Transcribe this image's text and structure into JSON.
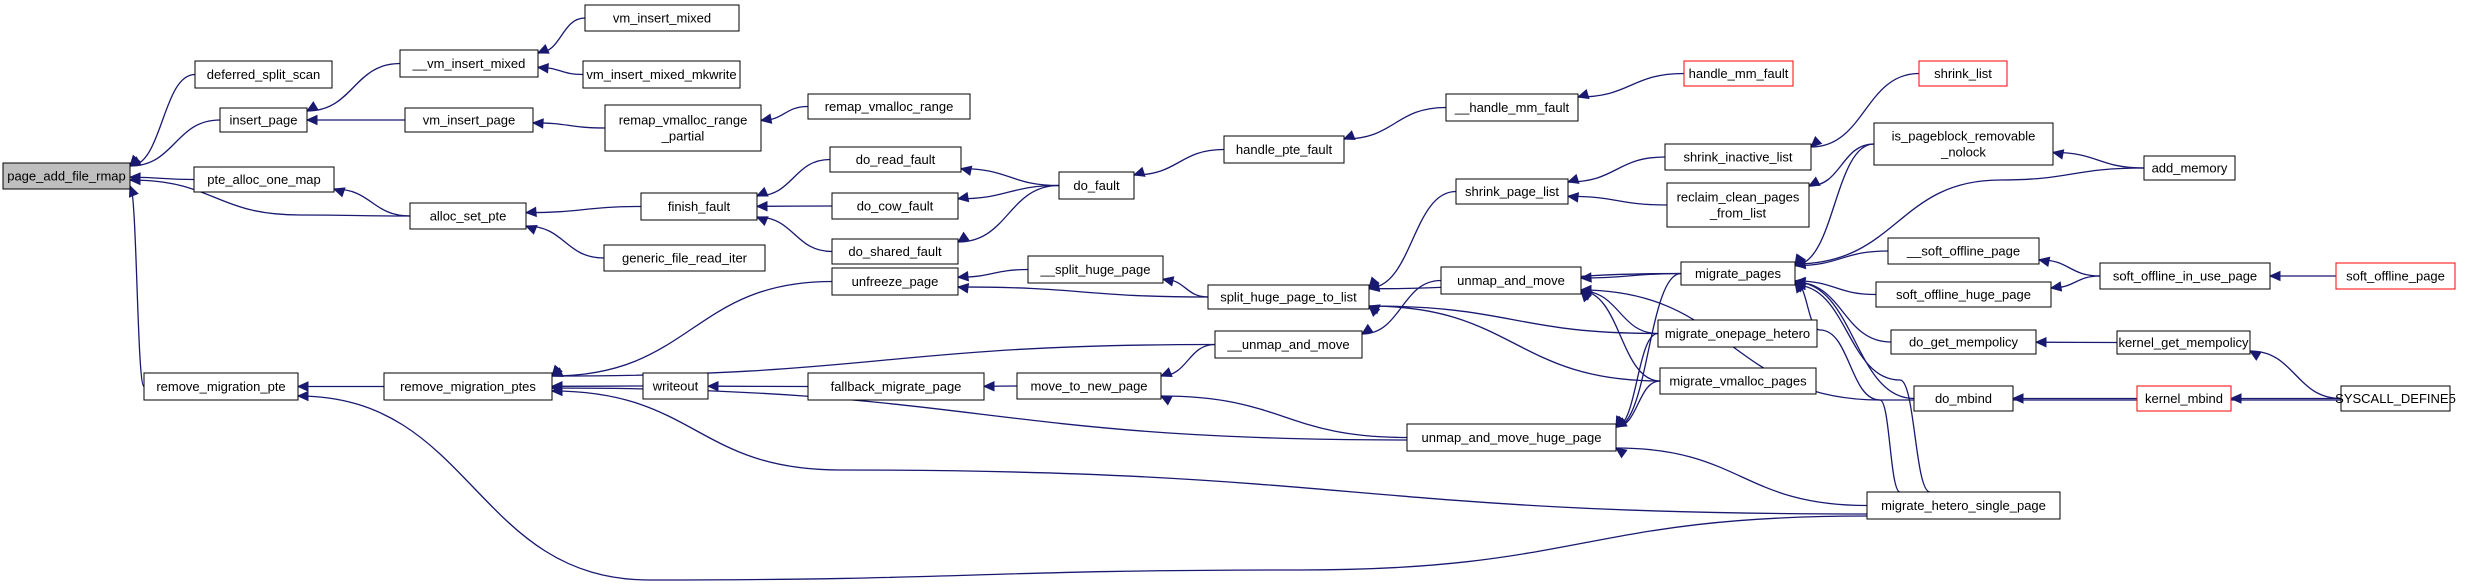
{
  "graph": {
    "root": "page_add_file_rmap",
    "nodes": [
      {
        "id": "page_add_file_rmap",
        "lines": [
          "page_add_file_rmap"
        ],
        "style": "root"
      },
      {
        "id": "deferred_split_scan",
        "lines": [
          "deferred_split_scan"
        ]
      },
      {
        "id": "insert_page",
        "lines": [
          "insert_page"
        ]
      },
      {
        "id": "pte_alloc_one_map",
        "lines": [
          "pte_alloc_one_map"
        ]
      },
      {
        "id": "remove_migration_pte",
        "lines": [
          "remove_migration_pte"
        ]
      },
      {
        "id": "__vm_insert_mixed",
        "lines": [
          "__vm_insert_mixed"
        ]
      },
      {
        "id": "vm_insert_page",
        "lines": [
          "vm_insert_page"
        ]
      },
      {
        "id": "alloc_set_pte",
        "lines": [
          "alloc_set_pte"
        ]
      },
      {
        "id": "remove_migration_ptes",
        "lines": [
          "remove_migration_ptes"
        ]
      },
      {
        "id": "vm_insert_mixed",
        "lines": [
          "vm_insert_mixed"
        ]
      },
      {
        "id": "vm_insert_mixed_mkwrite",
        "lines": [
          "vm_insert_mixed_mkwrite"
        ]
      },
      {
        "id": "remap_vmalloc_range_partial",
        "lines": [
          "remap_vmalloc_range",
          "_partial"
        ]
      },
      {
        "id": "finish_fault",
        "lines": [
          "finish_fault"
        ]
      },
      {
        "id": "generic_file_read_iter",
        "lines": [
          "generic_file_read_iter"
        ]
      },
      {
        "id": "unfreeze_page",
        "lines": [
          "unfreeze_page"
        ]
      },
      {
        "id": "writeout",
        "lines": [
          "writeout"
        ]
      },
      {
        "id": "remap_vmalloc_range",
        "lines": [
          "remap_vmalloc_range"
        ]
      },
      {
        "id": "do_read_fault",
        "lines": [
          "do_read_fault"
        ]
      },
      {
        "id": "do_cow_fault",
        "lines": [
          "do_cow_fault"
        ]
      },
      {
        "id": "do_shared_fault",
        "lines": [
          "do_shared_fault"
        ]
      },
      {
        "id": "__split_huge_page",
        "lines": [
          "__split_huge_page"
        ]
      },
      {
        "id": "fallback_migrate_page",
        "lines": [
          "fallback_migrate_page"
        ]
      },
      {
        "id": "do_fault",
        "lines": [
          "do_fault"
        ]
      },
      {
        "id": "move_to_new_page",
        "lines": [
          "move_to_new_page"
        ]
      },
      {
        "id": "handle_pte_fault",
        "lines": [
          "handle_pte_fault"
        ]
      },
      {
        "id": "split_huge_page_to_list",
        "lines": [
          "split_huge_page_to_list"
        ]
      },
      {
        "id": "__unmap_and_move",
        "lines": [
          "__unmap_and_move"
        ]
      },
      {
        "id": "unmap_and_move_huge_page",
        "lines": [
          "unmap_and_move_huge_page"
        ]
      },
      {
        "id": "__handle_mm_fault",
        "lines": [
          "__handle_mm_fault"
        ]
      },
      {
        "id": "shrink_page_list",
        "lines": [
          "shrink_page_list"
        ]
      },
      {
        "id": "unmap_and_move",
        "lines": [
          "unmap_and_move"
        ]
      },
      {
        "id": "handle_mm_fault",
        "lines": [
          "handle_mm_fault"
        ],
        "style": "red"
      },
      {
        "id": "shrink_inactive_list",
        "lines": [
          "shrink_inactive_list"
        ]
      },
      {
        "id": "reclaim_clean_pages_from_list",
        "lines": [
          "reclaim_clean_pages",
          "_from_list"
        ]
      },
      {
        "id": "migrate_pages",
        "lines": [
          "migrate_pages"
        ]
      },
      {
        "id": "migrate_onepage_hetero",
        "lines": [
          "migrate_onepage_hetero"
        ]
      },
      {
        "id": "migrate_vmalloc_pages",
        "lines": [
          "migrate_vmalloc_pages"
        ]
      },
      {
        "id": "migrate_hetero_single_page",
        "lines": [
          "migrate_hetero_single_page"
        ]
      },
      {
        "id": "shrink_list",
        "lines": [
          "shrink_list"
        ],
        "style": "red"
      },
      {
        "id": "is_pageblock_removable_nolock",
        "lines": [
          "is_pageblock_removable",
          "_nolock"
        ]
      },
      {
        "id": "__soft_offline_page",
        "lines": [
          "__soft_offline_page"
        ]
      },
      {
        "id": "soft_offline_huge_page",
        "lines": [
          "soft_offline_huge_page"
        ]
      },
      {
        "id": "do_get_mempolicy",
        "lines": [
          "do_get_mempolicy"
        ]
      },
      {
        "id": "do_mbind",
        "lines": [
          "do_mbind"
        ]
      },
      {
        "id": "add_memory",
        "lines": [
          "add_memory"
        ]
      },
      {
        "id": "soft_offline_in_use_page",
        "lines": [
          "soft_offline_in_use_page"
        ]
      },
      {
        "id": "kernel_get_mempolicy",
        "lines": [
          "kernel_get_mempolicy"
        ]
      },
      {
        "id": "kernel_mbind",
        "lines": [
          "kernel_mbind"
        ],
        "style": "red"
      },
      {
        "id": "soft_offline_page",
        "lines": [
          "soft_offline_page"
        ],
        "style": "red"
      },
      {
        "id": "SYSCALL_DEFINE5",
        "lines": [
          "SYSCALL_DEFINE5"
        ]
      }
    ],
    "edges": [
      [
        "deferred_split_scan",
        "page_add_file_rmap"
      ],
      [
        "insert_page",
        "page_add_file_rmap"
      ],
      [
        "pte_alloc_one_map",
        "page_add_file_rmap"
      ],
      [
        "alloc_set_pte",
        "page_add_file_rmap"
      ],
      [
        "remove_migration_pte",
        "page_add_file_rmap"
      ],
      [
        "__vm_insert_mixed",
        "insert_page"
      ],
      [
        "vm_insert_page",
        "insert_page"
      ],
      [
        "alloc_set_pte",
        "pte_alloc_one_map"
      ],
      [
        "remove_migration_ptes",
        "remove_migration_pte"
      ],
      [
        "migrate_hetero_single_page",
        "remove_migration_pte"
      ],
      [
        "vm_insert_mixed",
        "__vm_insert_mixed"
      ],
      [
        "vm_insert_mixed_mkwrite",
        "__vm_insert_mixed"
      ],
      [
        "remap_vmalloc_range_partial",
        "vm_insert_page"
      ],
      [
        "finish_fault",
        "alloc_set_pte"
      ],
      [
        "generic_file_read_iter",
        "alloc_set_pte"
      ],
      [
        "unfreeze_page",
        "remove_migration_ptes"
      ],
      [
        "__unmap_and_move",
        "remove_migration_ptes"
      ],
      [
        "writeout",
        "remove_migration_ptes"
      ],
      [
        "unmap_and_move_huge_page",
        "remove_migration_ptes"
      ],
      [
        "migrate_hetero_single_page",
        "remove_migration_ptes"
      ],
      [
        "remap_vmalloc_range",
        "remap_vmalloc_range_partial"
      ],
      [
        "do_read_fault",
        "finish_fault"
      ],
      [
        "do_cow_fault",
        "finish_fault"
      ],
      [
        "do_shared_fault",
        "finish_fault"
      ],
      [
        "__split_huge_page",
        "unfreeze_page"
      ],
      [
        "split_huge_page_to_list",
        "unfreeze_page"
      ],
      [
        "fallback_migrate_page",
        "writeout"
      ],
      [
        "do_fault",
        "do_read_fault"
      ],
      [
        "do_fault",
        "do_cow_fault"
      ],
      [
        "do_fault",
        "do_shared_fault"
      ],
      [
        "split_huge_page_to_list",
        "__split_huge_page"
      ],
      [
        "move_to_new_page",
        "fallback_migrate_page"
      ],
      [
        "handle_pte_fault",
        "do_fault"
      ],
      [
        "__unmap_and_move",
        "move_to_new_page"
      ],
      [
        "unmap_and_move_huge_page",
        "move_to_new_page"
      ],
      [
        "__handle_mm_fault",
        "handle_pte_fault"
      ],
      [
        "shrink_page_list",
        "split_huge_page_to_list"
      ],
      [
        "migrate_pages",
        "split_huge_page_to_list"
      ],
      [
        "migrate_onepage_hetero",
        "split_huge_page_to_list"
      ],
      [
        "migrate_vmalloc_pages",
        "split_huge_page_to_list"
      ],
      [
        "unmap_and_move",
        "__unmap_and_move"
      ],
      [
        "migrate_pages",
        "unmap_and_move_huge_page"
      ],
      [
        "migrate_onepage_hetero",
        "unmap_and_move_huge_page"
      ],
      [
        "migrate_vmalloc_pages",
        "unmap_and_move_huge_page"
      ],
      [
        "migrate_hetero_single_page",
        "unmap_and_move_huge_page"
      ],
      [
        "handle_mm_fault",
        "__handle_mm_fault"
      ],
      [
        "shrink_inactive_list",
        "shrink_page_list"
      ],
      [
        "reclaim_clean_pages_from_list",
        "shrink_page_list"
      ],
      [
        "migrate_pages",
        "unmap_and_move"
      ],
      [
        "migrate_onepage_hetero",
        "unmap_and_move"
      ],
      [
        "migrate_vmalloc_pages",
        "unmap_and_move"
      ],
      [
        "migrate_hetero_single_page",
        "unmap_and_move"
      ],
      [
        "shrink_list",
        "shrink_inactive_list"
      ],
      [
        "is_pageblock_removable_nolock",
        "reclaim_clean_pages_from_list"
      ],
      [
        "is_pageblock_removable_nolock",
        "migrate_pages"
      ],
      [
        "__soft_offline_page",
        "migrate_pages"
      ],
      [
        "soft_offline_huge_page",
        "migrate_pages"
      ],
      [
        "do_get_mempolicy",
        "migrate_pages"
      ],
      [
        "do_mbind",
        "migrate_pages"
      ],
      [
        "add_memory",
        "migrate_pages"
      ],
      [
        "SYSCALL_DEFINE5",
        "migrate_pages"
      ],
      [
        "migrate_hetero_single_page",
        "migrate_pages"
      ],
      [
        "add_memory",
        "is_pageblock_removable_nolock"
      ],
      [
        "soft_offline_in_use_page",
        "__soft_offline_page"
      ],
      [
        "soft_offline_in_use_page",
        "soft_offline_huge_page"
      ],
      [
        "kernel_get_mempolicy",
        "do_get_mempolicy"
      ],
      [
        "kernel_mbind",
        "do_mbind"
      ],
      [
        "soft_offline_page",
        "soft_offline_in_use_page"
      ],
      [
        "SYSCALL_DEFINE5",
        "kernel_get_mempolicy"
      ],
      [
        "SYSCALL_DEFINE5",
        "kernel_mbind"
      ]
    ]
  }
}
